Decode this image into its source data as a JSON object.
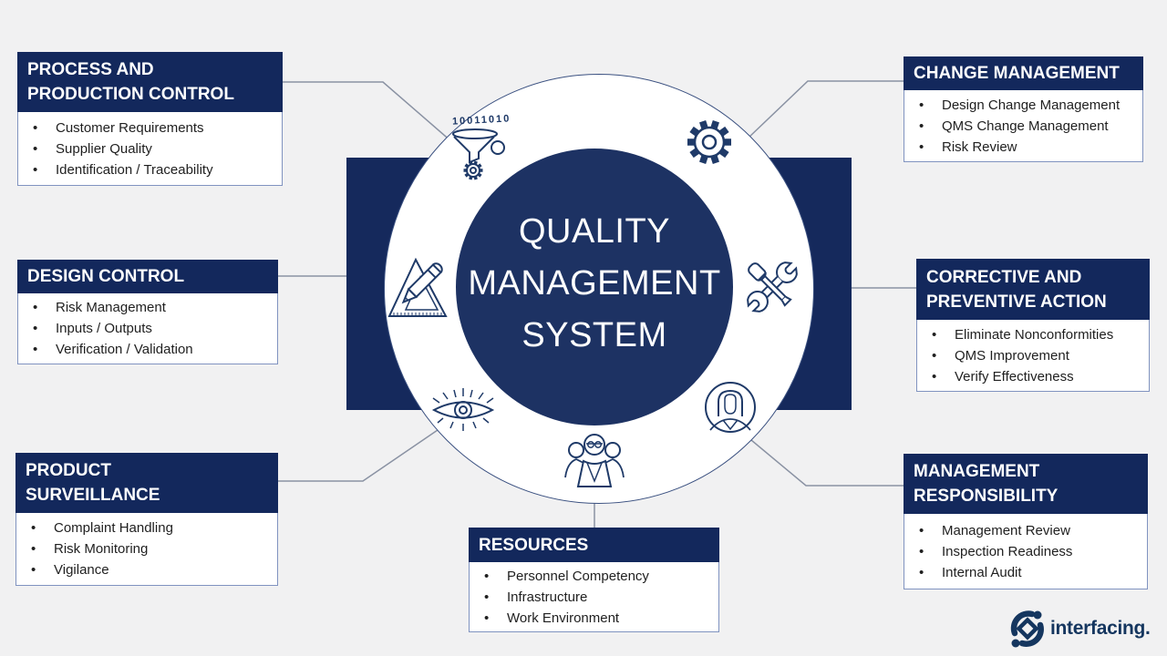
{
  "background_color": "#f1f1f2",
  "accent_navy": "#13285c",
  "circle_navy": "#1d3263",
  "connector_gray": "#8a92a3",
  "center": {
    "line1": "QUALITY",
    "line2": "MANAGEMENT",
    "line3": "SYSTEM"
  },
  "funnel_binary": "10011010",
  "boxes": [
    {
      "id": "process-and-production-control",
      "title_line1": "PROCESS AND",
      "title_line2": "PRODUCTION CONTROL",
      "items": [
        "Customer Requirements",
        "Supplier Quality",
        "Identification / Traceability"
      ]
    },
    {
      "id": "design-control",
      "title_line1": "DESIGN CONTROL",
      "items": [
        "Risk Management",
        "Inputs / Outputs",
        "Verification / Validation"
      ]
    },
    {
      "id": "product-surveillance",
      "title_line1": "PRODUCT",
      "title_line2": "SURVEILLANCE",
      "items": [
        "Complaint Handling",
        "Risk Monitoring",
        "Vigilance"
      ]
    },
    {
      "id": "change-management",
      "title_line1": "CHANGE MANAGEMENT",
      "items": [
        "Design Change Management",
        "QMS Change Management",
        "Risk Review"
      ]
    },
    {
      "id": "corrective-and-preventive-action",
      "title_line1": "CORRECTIVE AND",
      "title_line2": "PREVENTIVE ACTION",
      "items": [
        "Eliminate Nonconformities",
        "QMS Improvement",
        "Verify Effectiveness"
      ]
    },
    {
      "id": "management-responsibility",
      "title_line1": "MANAGEMENT",
      "title_line2": "RESPONSIBILITY",
      "items": [
        "Management Review",
        "Inspection Readiness",
        "Internal Audit"
      ]
    },
    {
      "id": "resources",
      "title_line1": "RESOURCES",
      "items": [
        "Personnel Competency",
        "Infrastructure",
        "Work Environment"
      ]
    }
  ],
  "logo": {
    "text": "interfacing."
  }
}
